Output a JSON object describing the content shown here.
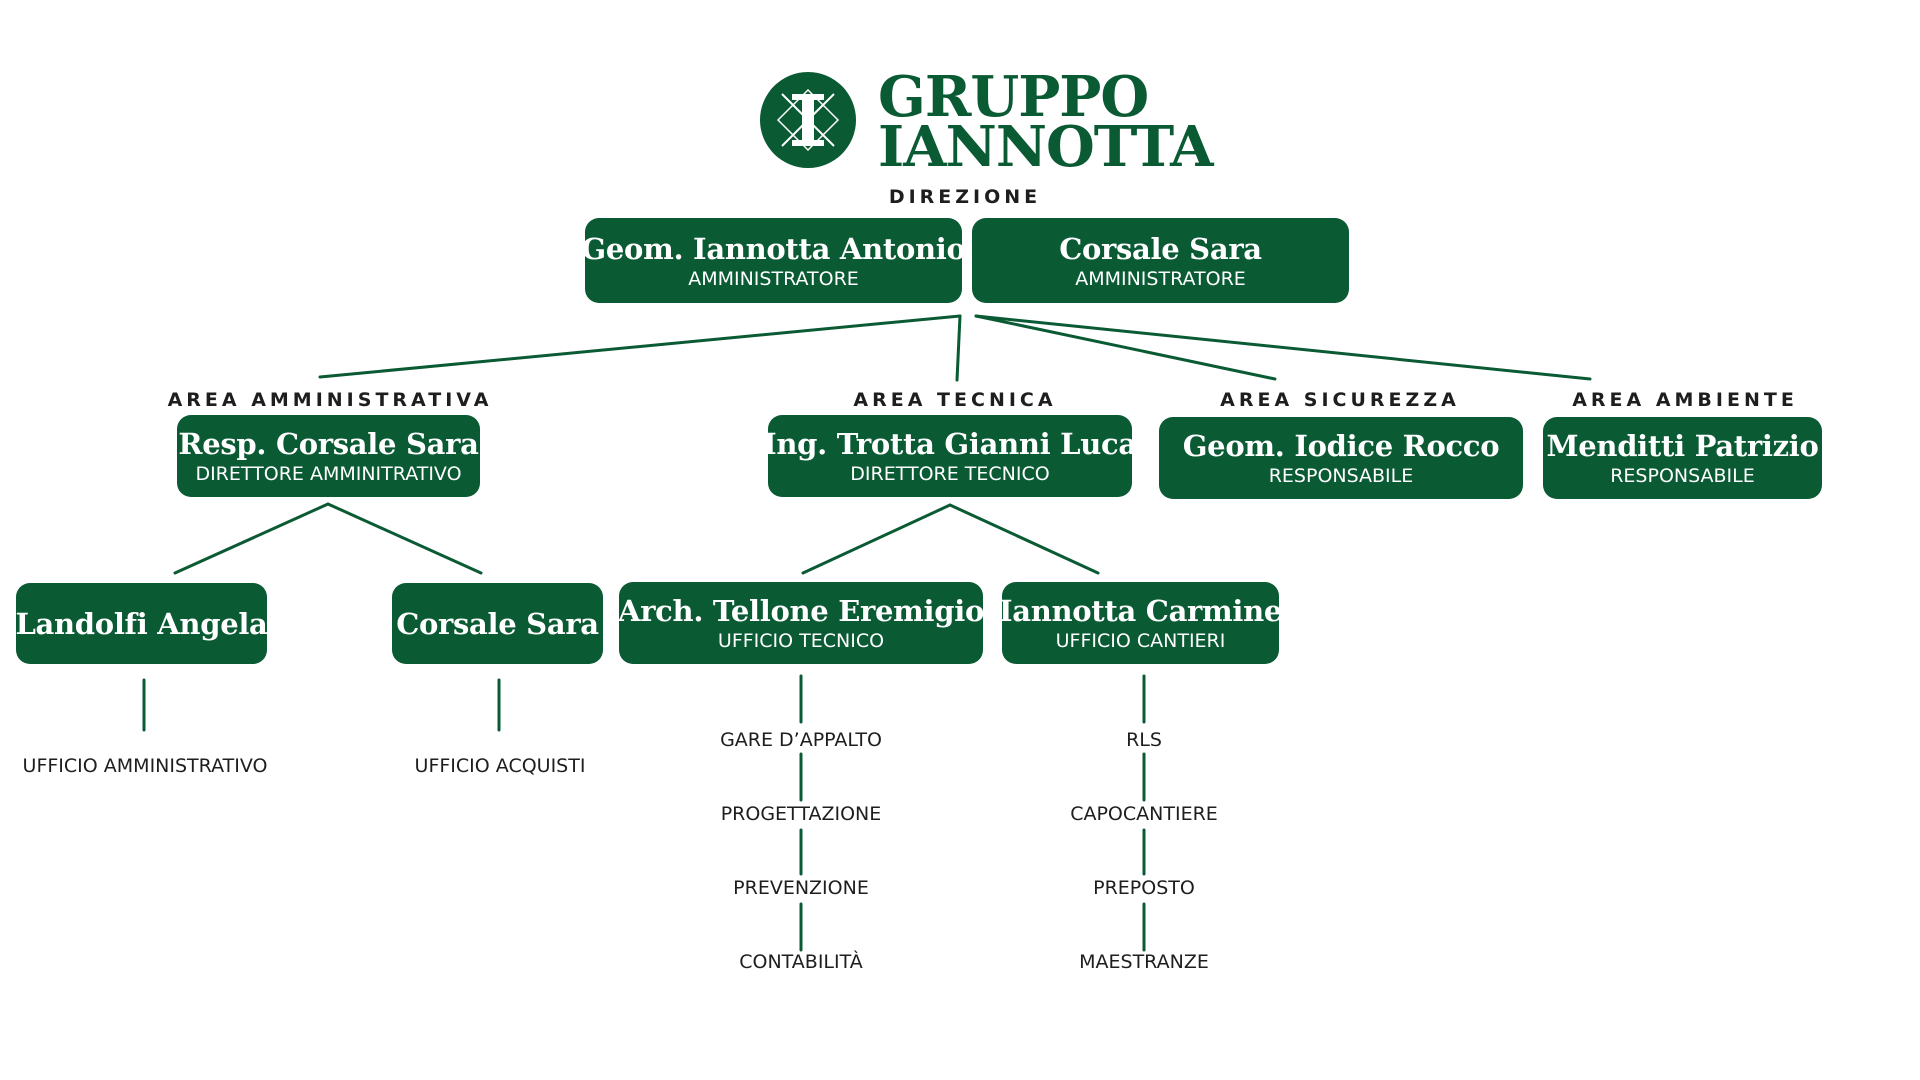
{
  "brand": {
    "line1": "GRUPPO",
    "line2": "IANNOTTA",
    "logo_icon": "monogram-i-icon",
    "color": "#0a5a34"
  },
  "direzione": {
    "label": "DIREZIONE",
    "people": [
      {
        "name": "Geom. Iannotta Antonio",
        "role": "AMMINISTRATORE"
      },
      {
        "name": "Corsale Sara",
        "role": "AMMINISTRATORE"
      }
    ]
  },
  "areas": {
    "amministrativa": {
      "label": "AREA AMMINISTRATIVA",
      "head": {
        "name": "Resp. Corsale Sara",
        "role": "DIRETTORE AMMINITRATIVO"
      },
      "staff": [
        {
          "name": "Landolfi Angela",
          "office": "UFFICIO AMMINISTRATIVO"
        },
        {
          "name": "Corsale Sara",
          "office": "UFFICIO ACQUISTI"
        }
      ]
    },
    "tecnica": {
      "label": "AREA TECNICA",
      "head": {
        "name": "Ing. Trotta Gianni Luca",
        "role": "DIRETTORE TECNICO"
      },
      "staff": [
        {
          "name": "Arch. Tellone Eremigio",
          "role": "UFFICIO TECNICO",
          "items": [
            "GARE D’APPALTO",
            "PROGETTAZIONE",
            "PREVENZIONE",
            "CONTABILITÀ"
          ]
        },
        {
          "name": "Iannotta Carmine",
          "role": "UFFICIO CANTIERI",
          "items": [
            "RLS",
            "CAPOCANTIERE",
            "PREPOSTO",
            "MAESTRANZE"
          ]
        }
      ]
    },
    "sicurezza": {
      "label": "AREA SICUREZZA",
      "head": {
        "name": "Geom. Iodice Rocco",
        "role": "RESPONSABILE"
      }
    },
    "ambiente": {
      "label": "AREA AMBIENTE",
      "head": {
        "name": "Menditti Patrizio",
        "role": "RESPONSABILE"
      }
    }
  }
}
